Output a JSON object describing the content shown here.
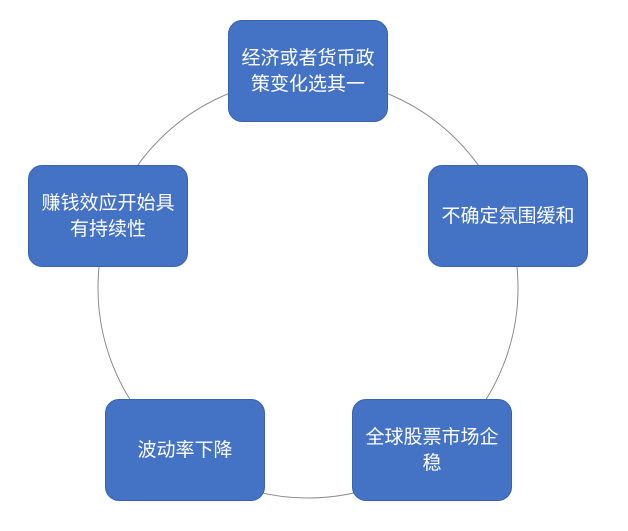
{
  "accent_color": "#4472C4",
  "nodes": [
    {
      "label": "经济或者货币政策变化选其一"
    },
    {
      "label": "不确定氛围缓和"
    },
    {
      "label": "全球股票市场企稳"
    },
    {
      "label": "波动率下降"
    },
    {
      "label": "赚钱效应开始具有持续性"
    }
  ]
}
